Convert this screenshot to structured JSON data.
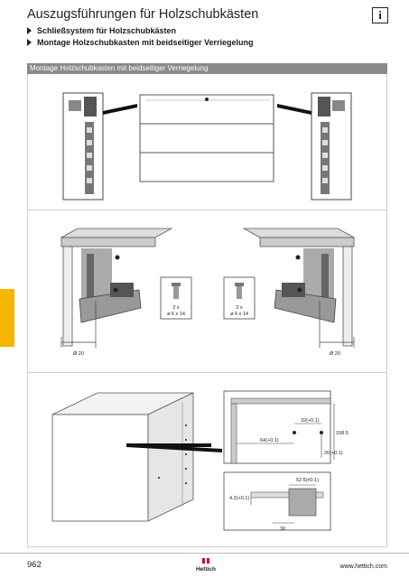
{
  "header": {
    "title": "Auszugsführungen für Holzschubkästen",
    "info_icon_glyph": "i",
    "bullets": [
      "Schließsystem für Holzschubkästen",
      "Montage Holzschubkasten mit beidseitiger Verriegelung"
    ]
  },
  "section": {
    "title": "Montage Holzschubkasten mit beidseitiger Verriegelung"
  },
  "screws": {
    "left": {
      "qty": "2 x",
      "size": "ø 6 x 14"
    },
    "right": {
      "qty": "2 x",
      "size": "ø 6 x 14"
    }
  },
  "dimensions": {
    "left_ref": "Ø 20",
    "right_ref": "Ø 20",
    "d64": "64(+0.1)",
    "d32": "32(+0.1)",
    "d158": "158.5",
    "d26": "26(+0.1)",
    "d525": "52.5(±0.1)",
    "d42": "4.2(+0.1)",
    "d30": "30"
  },
  "footer": {
    "page_number": "962",
    "brand": "Hettich",
    "url": "www.hettich.com"
  },
  "colors": {
    "accent_yellow": "#f7b500",
    "section_bar": "#8a8a8a",
    "brand_red": "#d6001c"
  }
}
